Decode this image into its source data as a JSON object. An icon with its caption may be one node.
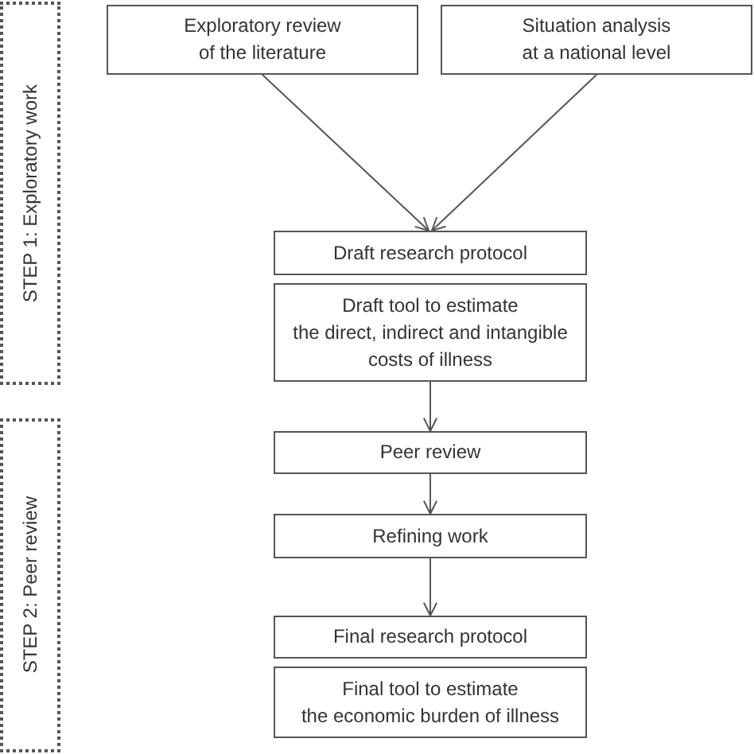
{
  "diagram": {
    "nodes": [
      {
        "text": [
          "Exploratory review of the literature"
        ]
      },
      {
        "text": [
          "Situation analysis at a national level"
        ]
      },
      {
        "text": [
          "Draft research protocol"
        ]
      },
      {
        "text": [
          "Draft tool to estimate the direct, indirect and intangible costs of illness"
        ]
      },
      {
        "text": [
          "Peer review"
        ]
      },
      {
        "text": [
          "Refining work"
        ]
      },
      {
        "text": [
          "Final research protocol"
        ]
      },
      {
        "text": [
          "Final tool to estimate the economic burden of illness"
        ]
      },
      {
        "text": [
          "STEP 1: Exploratory work"
        ]
      },
      {
        "text": [
          "STEP 2: Peer review"
        ]
      }
    ],
    "edges": [
      {
        "from": 0,
        "to": 2,
        "arrow": "to"
      },
      {
        "from": 1,
        "to": 2,
        "arrow": "to"
      },
      {
        "from": 3,
        "to": 4,
        "arrow": "to"
      },
      {
        "from": 4,
        "to": 5,
        "arrow": "to"
      },
      {
        "from": 5,
        "to": 6,
        "arrow": "to"
      }
    ]
  }
}
